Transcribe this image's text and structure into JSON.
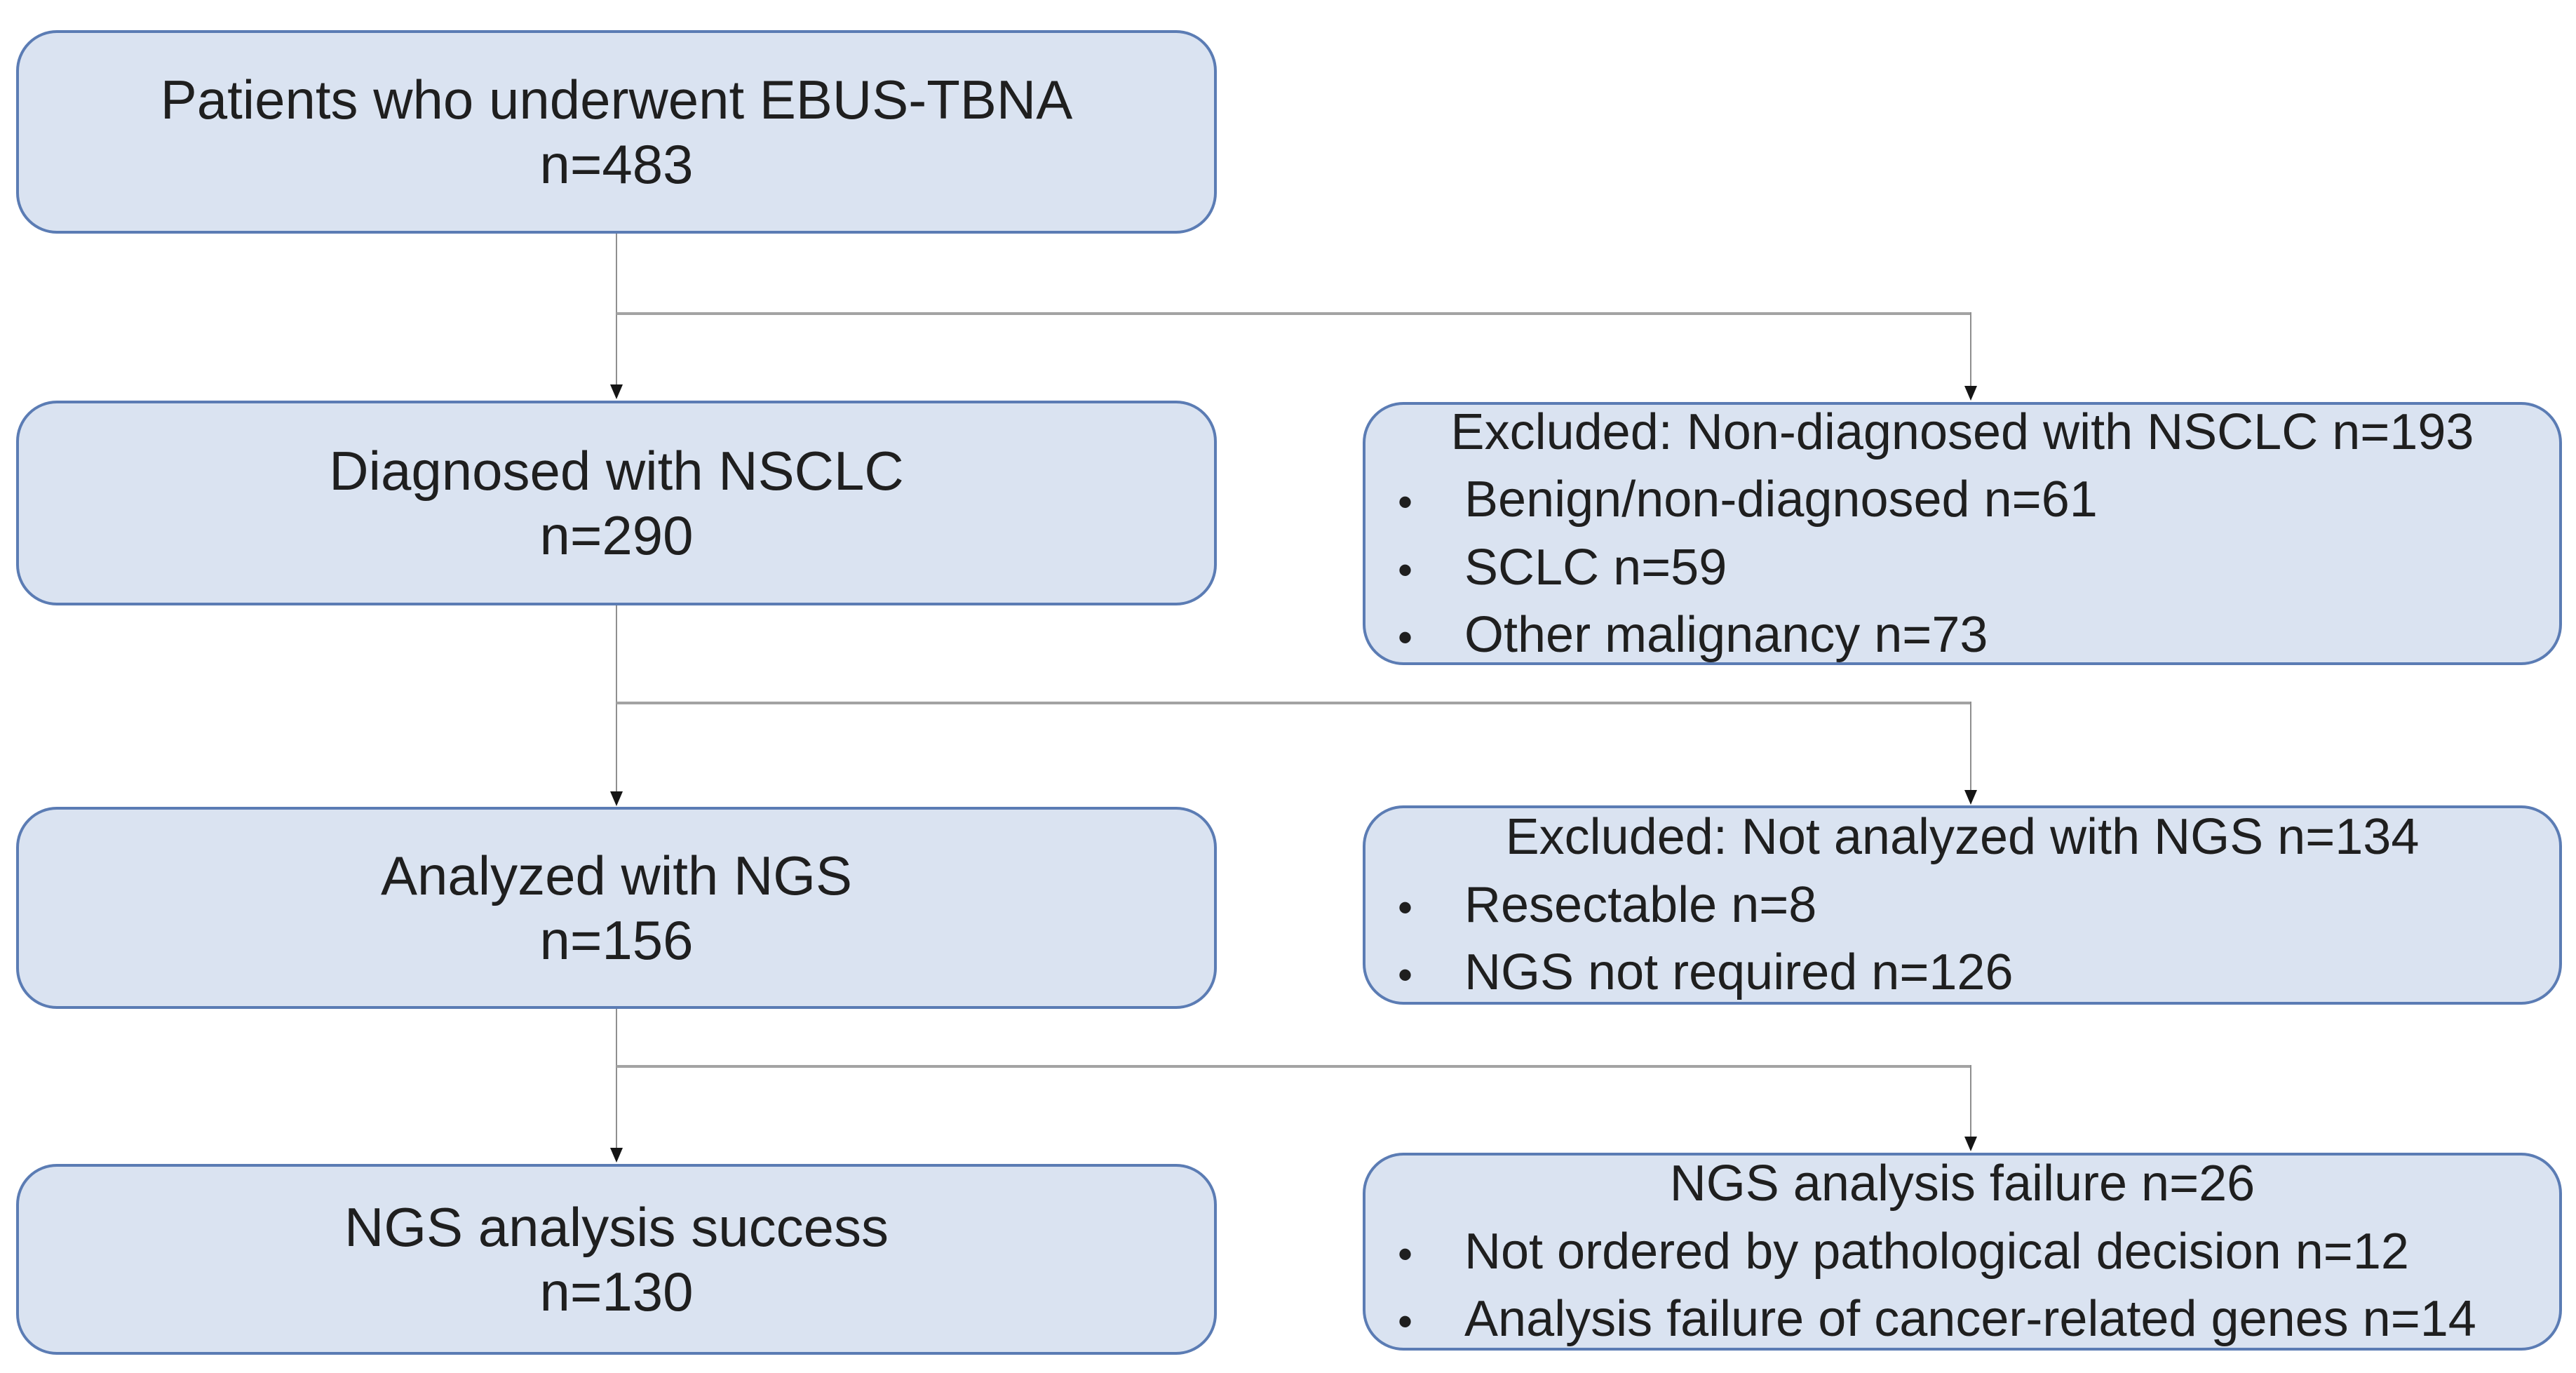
{
  "flow": {
    "bullet_glyph": "•",
    "boxes": {
      "ebus": {
        "title": "Patients who underwent EBUS-TBNA",
        "count": "n=483"
      },
      "nsclc": {
        "title": "Diagnosed with NSCLC",
        "count": "n=290"
      },
      "ngs": {
        "title": "Analyzed with NGS",
        "count": "n=156"
      },
      "success": {
        "title": "NGS analysis success",
        "count": "n=130"
      }
    },
    "side": {
      "excluded_nsclc": {
        "header": "Excluded: Non-diagnosed with NSCLC n=193",
        "items": [
          "Benign/non-diagnosed n=61",
          "SCLC n=59",
          "Other malignancy n=73"
        ]
      },
      "excluded_ngs": {
        "header": "Excluded: Not analyzed with NGS n=134",
        "items": [
          "Resectable n=8",
          "NGS not required n=126"
        ]
      },
      "failure": {
        "header": "NGS analysis failure n=26",
        "items": [
          "Not ordered by pathological decision n=12",
          "Analysis failure of cancer-related genes n=14"
        ]
      }
    },
    "colors": {
      "box_fill": "#dae3f1",
      "box_border": "#5b7cb4",
      "connector_line": "#8f8f8f",
      "arrowhead": "#151515",
      "text": "#1f1f1f",
      "background": "#ffffff"
    }
  }
}
